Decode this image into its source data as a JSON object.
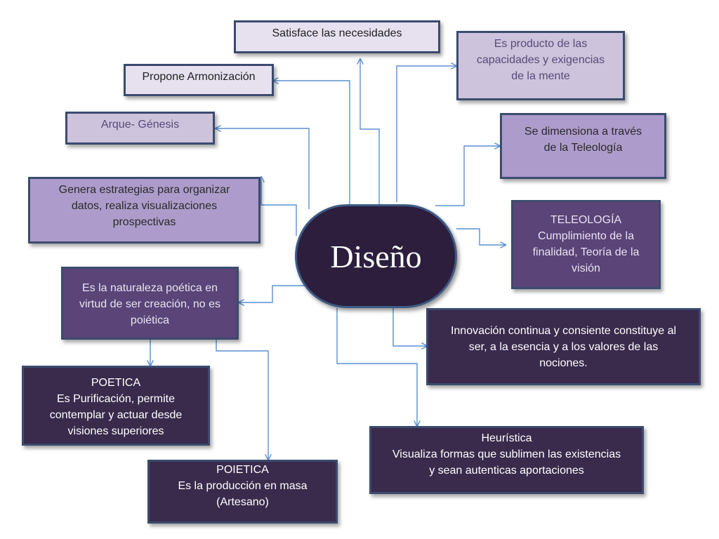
{
  "center": {
    "label": "Diseño"
  },
  "nodes": {
    "satisface": "Satisface las necesidades",
    "propone": "Propone Armonización",
    "arque": "Arque- Génesis",
    "genera": "Genera estrategias para organizar\ndatos, realiza visualizaciones\nprospectivas",
    "naturaleza": "Es la naturaleza poética en\nvirtud de ser creación, no es\npoiética",
    "poetica": "POETICA\nEs Purificación, permite\ncontemplar y actuar desde\nvisiones superiores",
    "poietica": "POIETICA\nEs la producción en masa\n(Artesano)",
    "producto": "Es producto de las\ncapacidades y exigencias\nde la mente",
    "dimensiona": "Se dimensiona a través\nde la Teleología",
    "teleologia": "TELEOLOGÍA\nCumplimiento de la\nfinalidad, Teoría de la\nvisión",
    "innovacion": "Innovación continua y consiente constituye al\nser, a la esencia y a los valores de las\nnociones.",
    "heuristica": "Heurística\nVisualiza formas que sublimen las existencias\ny sean autenticas aportaciones"
  },
  "colors": {
    "connector": "#5b8fd0",
    "lightest": "#e6e0ef",
    "light": "#cdc3dc",
    "medium": "#ad9ccb",
    "dark": "#5b4478",
    "darkest": "#3a2a4c",
    "center": "#2c1e3c"
  }
}
